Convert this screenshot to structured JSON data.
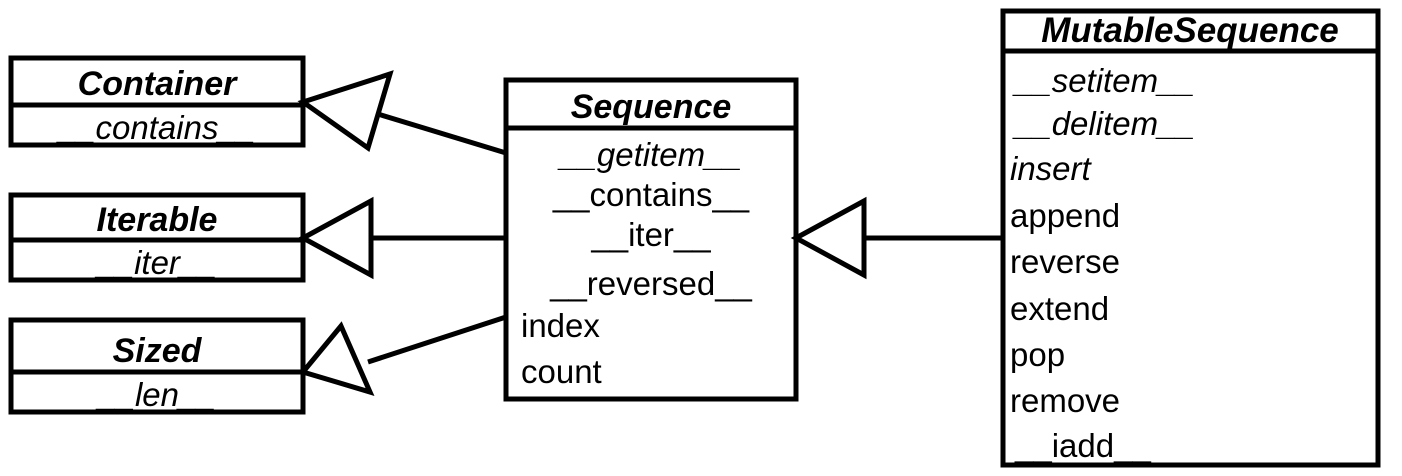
{
  "diagram": {
    "kind": "uml-class-diagram",
    "title": "Python collections.abc Sequence hierarchy",
    "background_color": "#ffffff",
    "line_color": "#000000",
    "relation_type": "generalization"
  },
  "classes": {
    "container": {
      "name": "Container",
      "abstract": true,
      "members": [
        {
          "label": "__contains__",
          "abstract": true
        }
      ]
    },
    "iterable": {
      "name": "Iterable",
      "abstract": true,
      "members": [
        {
          "label": "__iter__",
          "abstract": true
        }
      ]
    },
    "sized": {
      "name": "Sized",
      "abstract": true,
      "members": [
        {
          "label": "__len__",
          "abstract": true
        }
      ]
    },
    "sequence": {
      "name": "Sequence",
      "abstract": true,
      "members": [
        {
          "label": "__getitem__",
          "abstract": true
        },
        {
          "label": "__contains__",
          "abstract": false
        },
        {
          "label": "__iter__",
          "abstract": false
        },
        {
          "label": "__reversed__",
          "abstract": false
        },
        {
          "label": "index",
          "abstract": false
        },
        {
          "label": "count",
          "abstract": false
        }
      ]
    },
    "mutable_sequence": {
      "name": "MutableSequence",
      "abstract": true,
      "members": [
        {
          "label": "__setitem__",
          "abstract": true
        },
        {
          "label": "__delitem__",
          "abstract": true
        },
        {
          "label": "insert",
          "abstract": true
        },
        {
          "label": "append",
          "abstract": false
        },
        {
          "label": "reverse",
          "abstract": false
        },
        {
          "label": "extend",
          "abstract": false
        },
        {
          "label": "pop",
          "abstract": false
        },
        {
          "label": "remove",
          "abstract": false
        },
        {
          "label": "__iadd__",
          "abstract": false
        }
      ]
    }
  },
  "relations": [
    {
      "from": "Sequence",
      "to": "Container",
      "type": "generalization"
    },
    {
      "from": "Sequence",
      "to": "Iterable",
      "type": "generalization"
    },
    {
      "from": "Sequence",
      "to": "Sized",
      "type": "generalization"
    },
    {
      "from": "MutableSequence",
      "to": "Sequence",
      "type": "generalization"
    }
  ]
}
